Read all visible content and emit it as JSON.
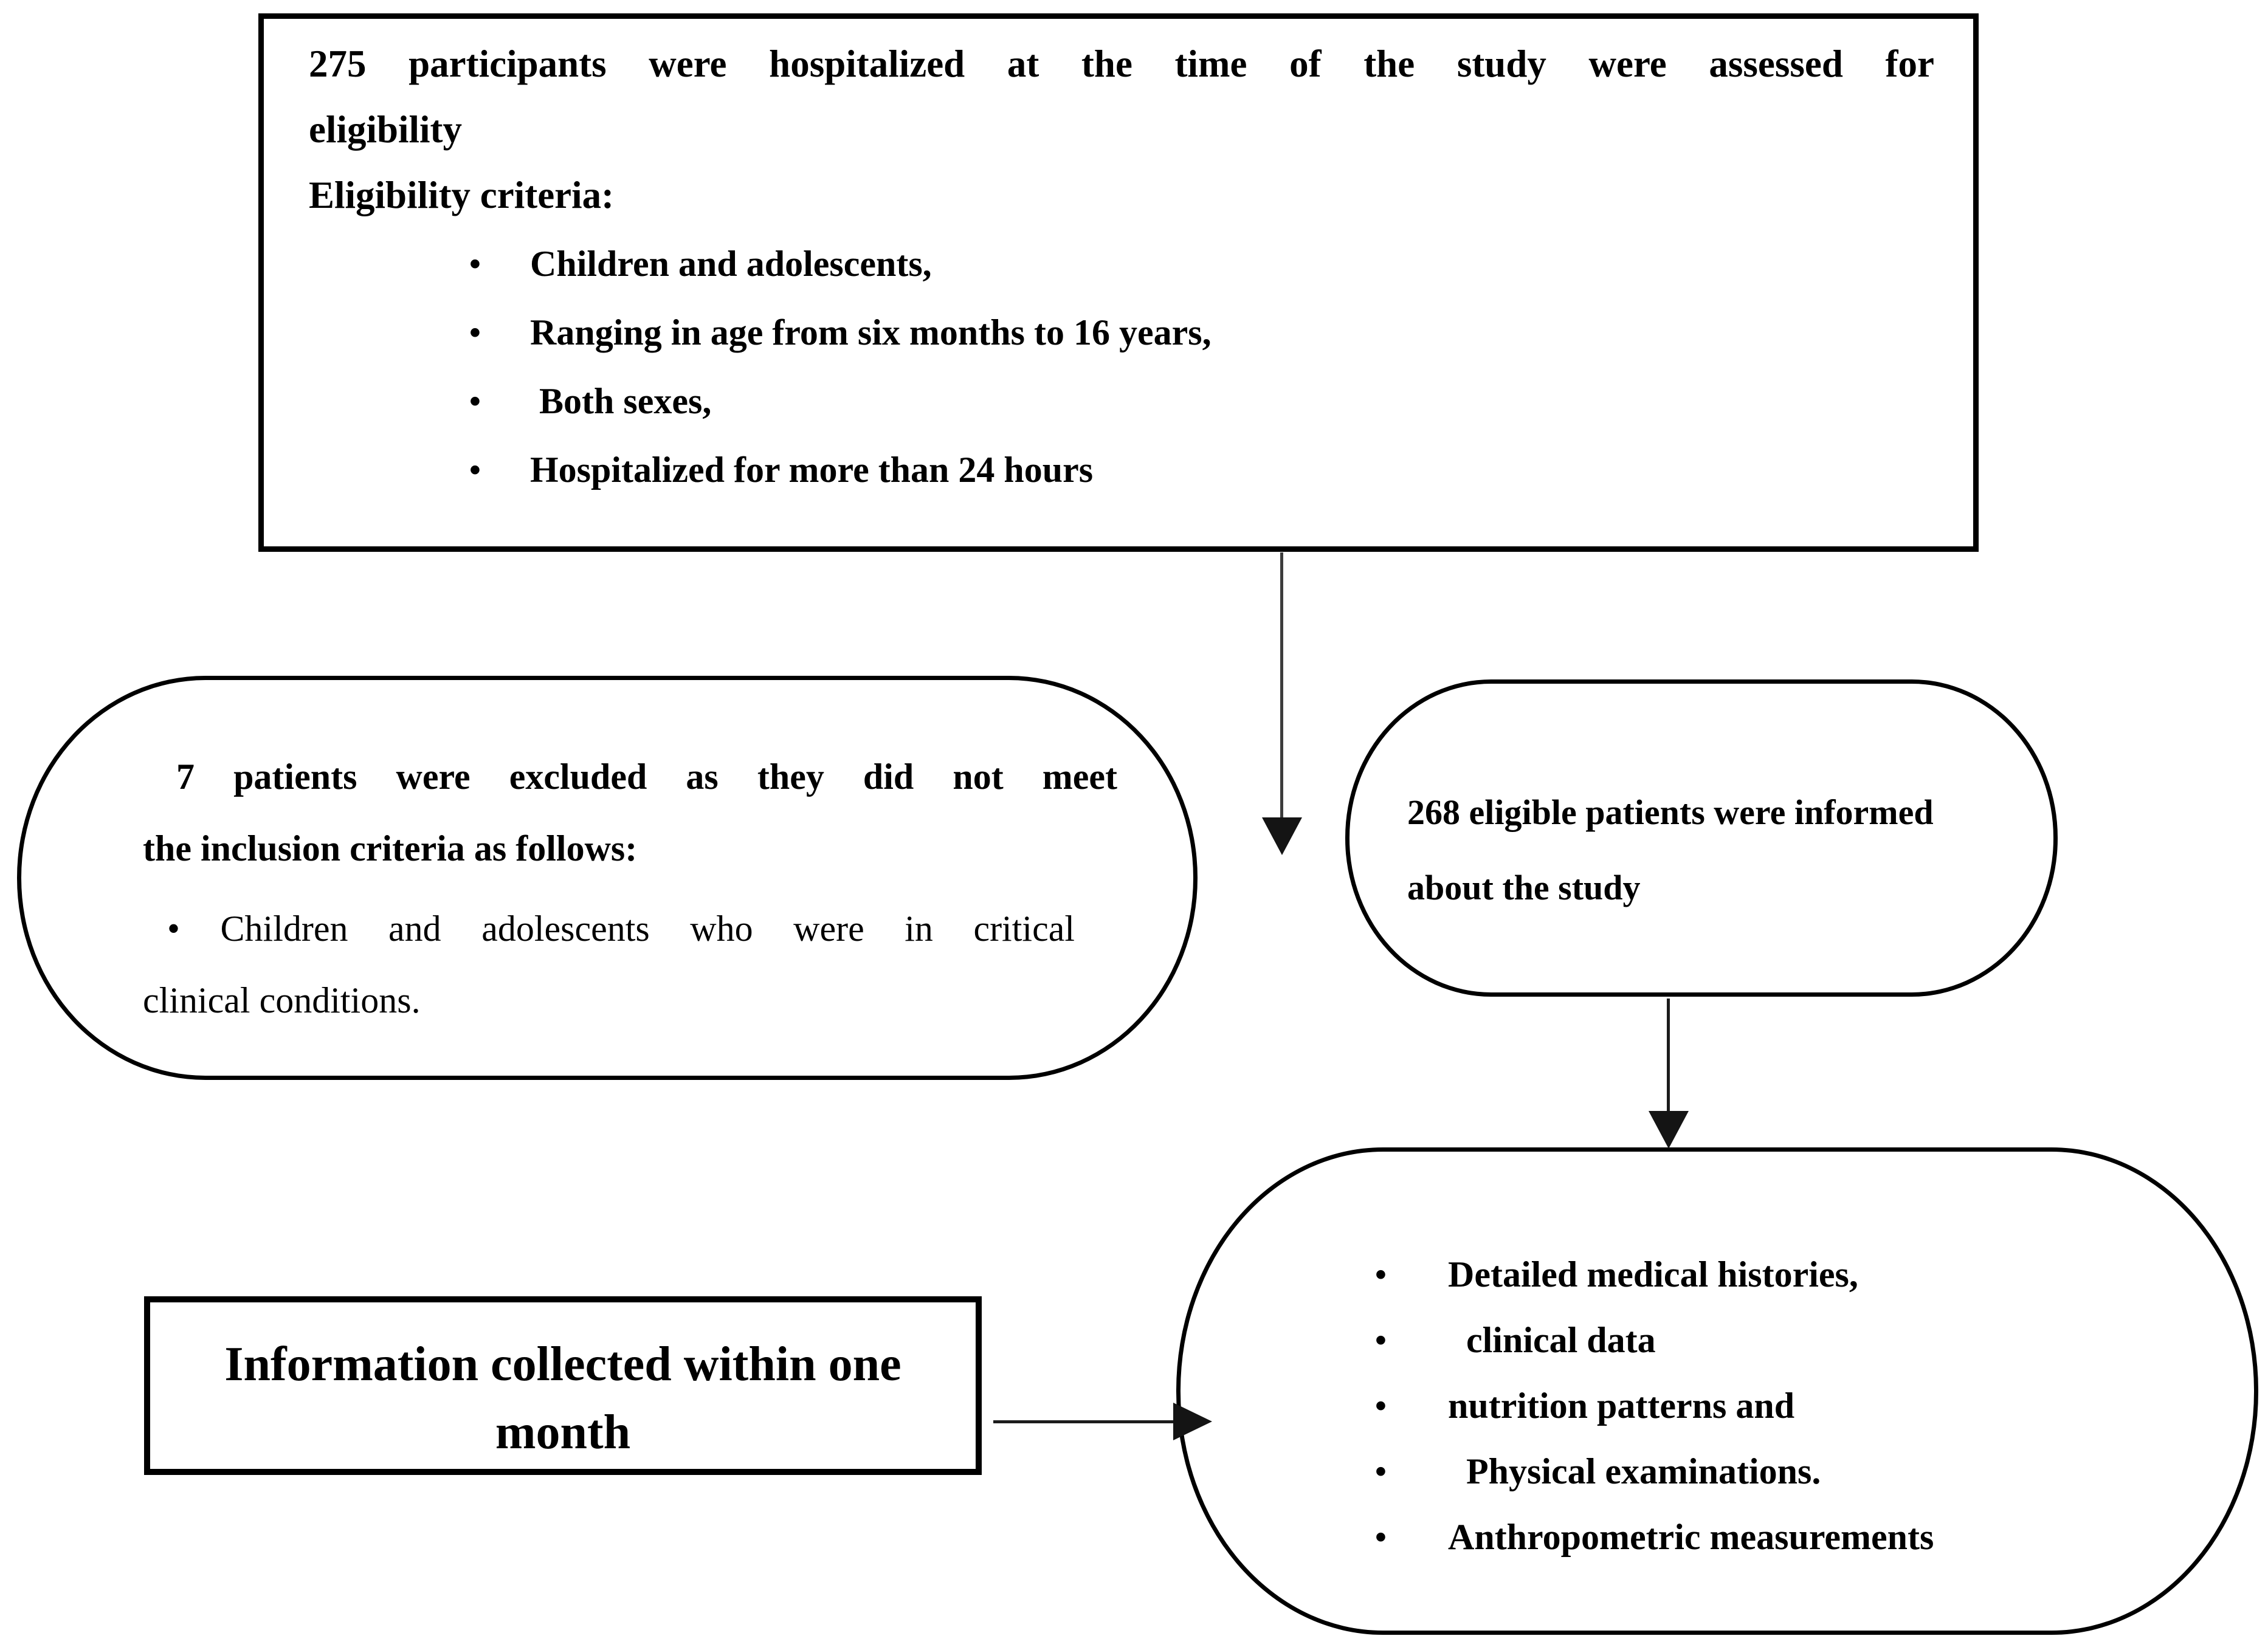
{
  "page": {
    "background_color": "#ffffff",
    "ink_color": "#000000",
    "description": "Study participant flow diagram"
  },
  "bullet_char": "•",
  "top_box": {
    "heading_line1": "275 participants were hospitalized at the time of the study were assessed for",
    "heading_line2": "eligibility",
    "criteria_label": "Eligibility criteria:",
    "bullets": [
      "Children and adolescents,",
      "Ranging in age from six months to 16 years,",
      " Both sexes,",
      "Hospitalized for more than 24 hours"
    ]
  },
  "excluded_box": {
    "line1": "7 patients were excluded as they did not meet",
    "line2": "the inclusion criteria as follows:",
    "bullet_line1": "• Children and adolescents who were in critical",
    "bullet_line2": "clinical conditions."
  },
  "informed_box": {
    "line1": "268 eligible patients were informed",
    "line2": "about the study"
  },
  "collection_box": {
    "line1": "Information collected within one",
    "line2": "month"
  },
  "assessment_box": {
    "bullets": [
      "Detailed medical histories,",
      "  clinical data",
      "nutrition patterns and",
      "  Physical examinations.",
      "Anthropometric measurements"
    ]
  }
}
